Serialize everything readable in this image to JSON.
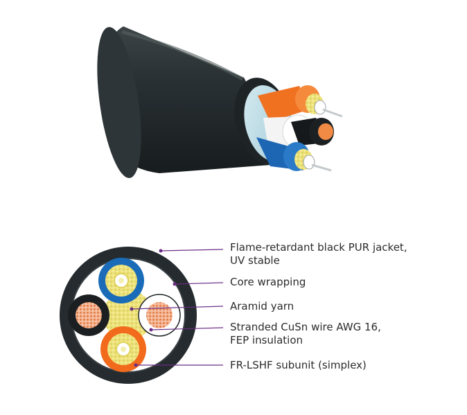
{
  "colors": {
    "jacket": "#232a2d",
    "wrapping": "#b9dbe6",
    "subunit_blue": "#1a6bb8",
    "subunit_orange": "#f26a1b",
    "aramid": "#e7dc5a",
    "copper": "#e7926a",
    "leader": "#6b2d86"
  },
  "labels": [
    {
      "lines": [
        "Flame-retardant black PUR jacket,",
        "UV stable"
      ]
    },
    {
      "lines": [
        "Core wrapping"
      ]
    },
    {
      "lines": [
        "Aramid yarn"
      ]
    },
    {
      "lines": [
        "Stranded CuSn wire AWG 16,",
        "FEP insulation"
      ]
    },
    {
      "lines": [
        "FR-LSHF subunit (simplex)"
      ]
    }
  ]
}
